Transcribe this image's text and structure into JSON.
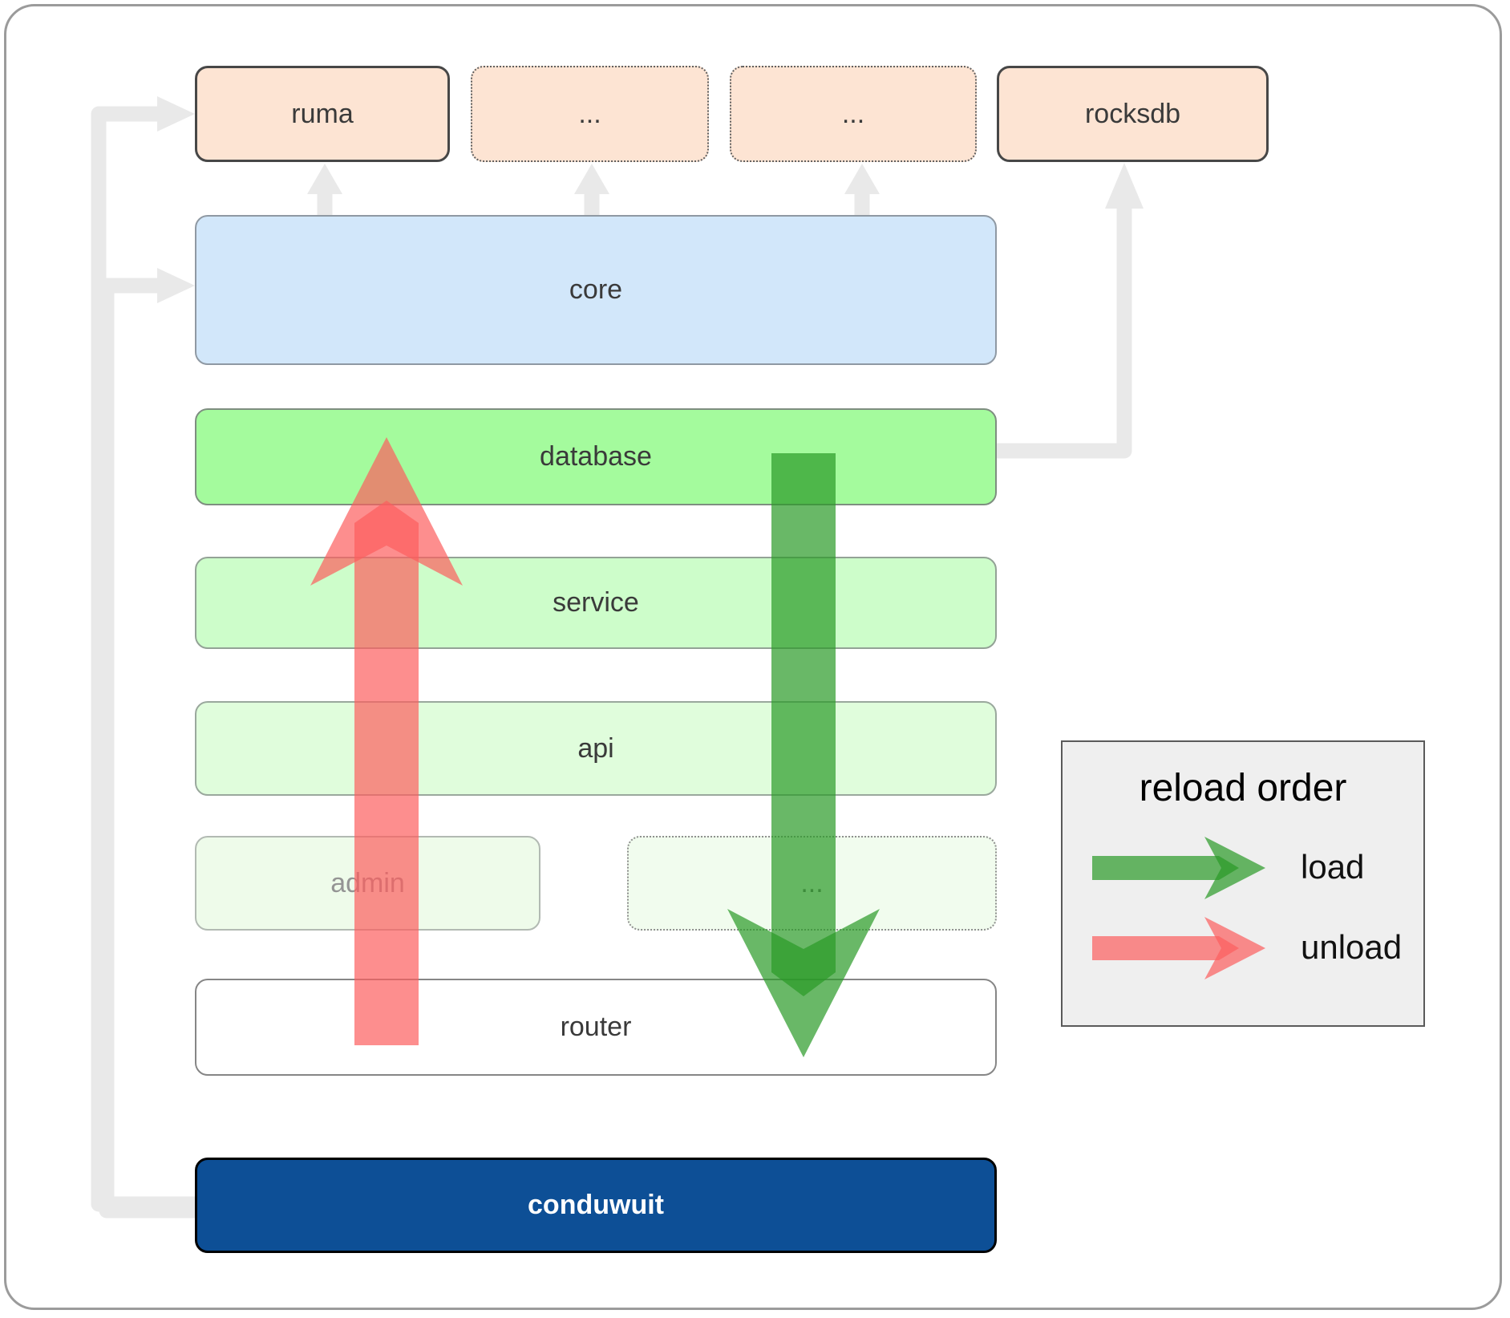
{
  "diagram": {
    "kind": "architecture-dependency-diagram",
    "nodes": {
      "ruma": {
        "label": "ruma",
        "style": "solid",
        "fill": "#fde4d3"
      },
      "mod1": {
        "label": "...",
        "style": "dotted",
        "fill": "#fde4d3"
      },
      "mod2": {
        "label": "...",
        "style": "dotted",
        "fill": "#fde4d3"
      },
      "rocksdb": {
        "label": "rocksdb",
        "style": "solid",
        "fill": "#fde4d3"
      },
      "core": {
        "label": "core",
        "style": "solid",
        "fill": "#d2e7fa"
      },
      "database": {
        "label": "database",
        "style": "solid",
        "fill": "#a4fb9d"
      },
      "service": {
        "label": "service",
        "style": "solid",
        "fill": "#cdfdca"
      },
      "api": {
        "label": "api",
        "style": "solid",
        "fill": "#e0fddc"
      },
      "admin": {
        "label": "admin",
        "style": "solid-faded",
        "fill": "#eefbea"
      },
      "admin_more": {
        "label": "...",
        "style": "dotted",
        "fill": "#f1fcee"
      },
      "router": {
        "label": "router",
        "style": "solid",
        "fill": "#ffffff"
      },
      "conduwuit": {
        "label": "conduwuit",
        "style": "solid",
        "fill": "#0d4f96"
      }
    },
    "gray_edges": [
      "conduwuit -> ruma",
      "conduwuit -> core",
      "core -> ruma",
      "core -> mod1",
      "core -> mod2",
      "database -> rocksdb"
    ],
    "flow_arrows": [
      {
        "name": "load",
        "direction": "down",
        "from": "database",
        "to": "router",
        "color": "#2a9a27"
      },
      {
        "name": "unload",
        "direction": "up",
        "from": "router",
        "to": "database",
        "color": "#fc5e5e"
      }
    ]
  },
  "legend": {
    "title": "reload order",
    "load_label": "load",
    "unload_label": "unload",
    "load_color": "#2a9a27",
    "unload_color": "#fc5e5e"
  },
  "colors": {
    "connector_gray": "#e9e9e9",
    "frame_border": "#9b9b9b",
    "conduwuit_blue": "#0d4f96",
    "database_green": "#a4fb9d",
    "core_blue": "#d2e7fa",
    "peach": "#fde4d3",
    "label_text": "#3a3a3a"
  }
}
